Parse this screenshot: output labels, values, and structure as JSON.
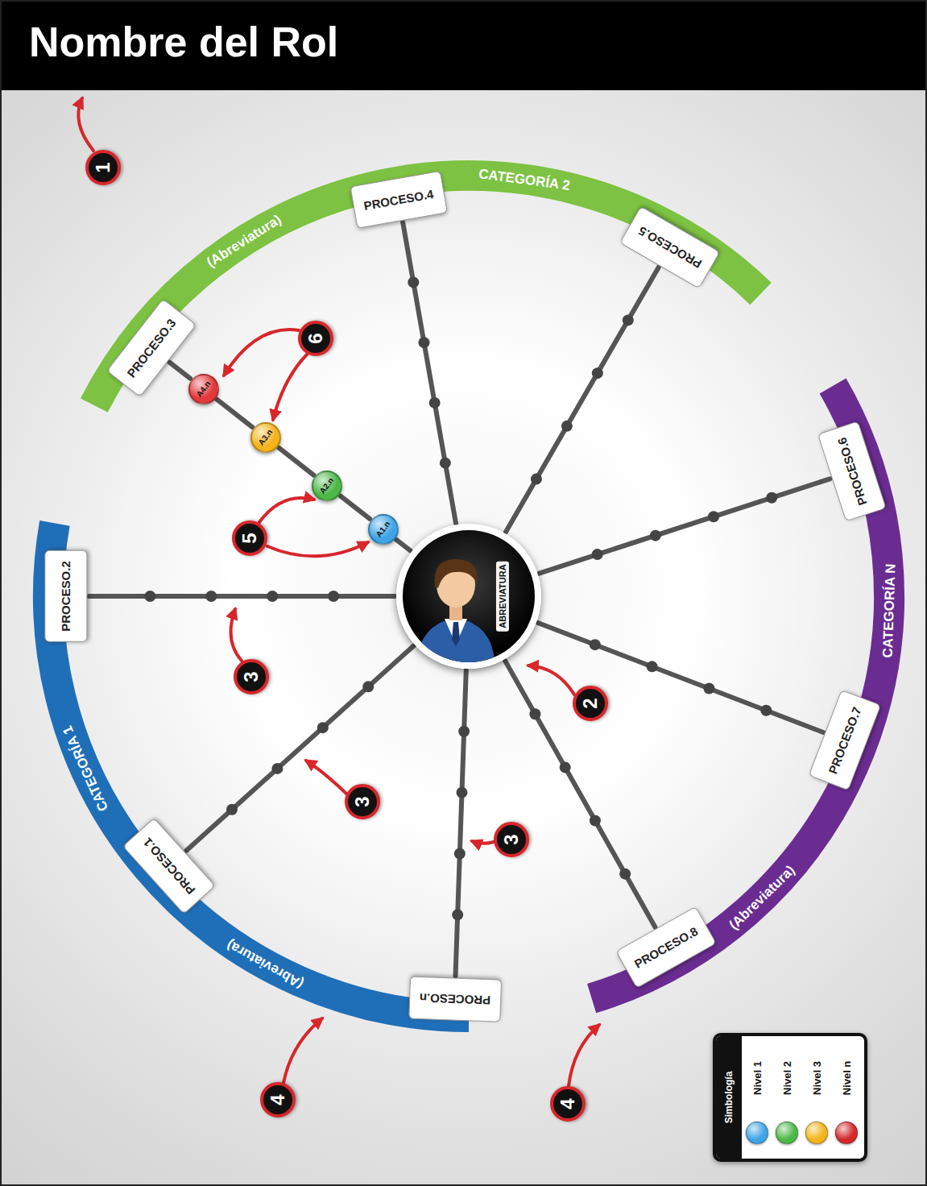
{
  "diagram": {
    "title": "Nombre del Rol",
    "nodes": [
      {
        "text": [
          "CATEGORÍA 2",
          "(Abreviatura)"
        ]
      },
      {
        "text": [
          "PROCESO.4"
        ]
      },
      {
        "text": [
          "PROCESO.5"
        ]
      },
      {
        "text": [
          "PROCESO.3"
        ]
      },
      {
        "text": [
          "A4.n"
        ]
      },
      {
        "text": [
          "A3.n"
        ]
      },
      {
        "text": [
          "A2.n"
        ]
      },
      {
        "text": [
          "A1.n"
        ]
      },
      {
        "text": [
          "CATEGORÍA N",
          "(Abreviatura)"
        ]
      },
      {
        "text": [
          "PROCESO.6"
        ]
      },
      {
        "text": [
          "CATEGORÍA 1",
          "(Abreviatura)"
        ]
      },
      {
        "text": [
          "PROCESO.2"
        ]
      },
      {
        "text": [
          "ABREVIATURA"
        ]
      },
      {
        "text": [
          "PROCESO.7"
        ]
      },
      {
        "text": [
          "PROCESO.1"
        ]
      },
      {
        "text": [
          "PROCESO.n"
        ]
      },
      {
        "text": [
          "PROCESO.8"
        ]
      }
    ],
    "edges": [
      {
        "from": 12,
        "to": 1,
        "arrow": "none"
      },
      {
        "from": 12,
        "to": 2,
        "arrow": "none"
      },
      {
        "from": 12,
        "to": 7,
        "arrow": "none"
      },
      {
        "from": 7,
        "to": 6,
        "arrow": "none"
      },
      {
        "from": 6,
        "to": 5,
        "arrow": "none"
      },
      {
        "from": 5,
        "to": 4,
        "arrow": "none"
      },
      {
        "from": 4,
        "to": 3,
        "arrow": "none"
      },
      {
        "from": 12,
        "to": 9,
        "arrow": "none"
      },
      {
        "from": 12,
        "to": 11,
        "arrow": "none"
      },
      {
        "from": 12,
        "to": 13,
        "arrow": "none"
      },
      {
        "from": 12,
        "to": 14,
        "arrow": "none"
      },
      {
        "from": 12,
        "to": 15,
        "arrow": "none"
      },
      {
        "from": 12,
        "to": 16,
        "arrow": "none"
      }
    ],
    "labels": [
      "1",
      "6",
      "5",
      "3",
      "2",
      "3",
      "3",
      "4",
      "4",
      "Simbología"
    ],
    "legend": [
      {
        "text": "Nivel 1",
        "color": "#3fa4e6"
      },
      {
        "text": "Nivel 2",
        "color": "#4db848"
      },
      {
        "text": "Nivel 3",
        "color": "#f4b41a"
      },
      {
        "text": "Nivel n",
        "color": "#d3282c"
      }
    ]
  }
}
